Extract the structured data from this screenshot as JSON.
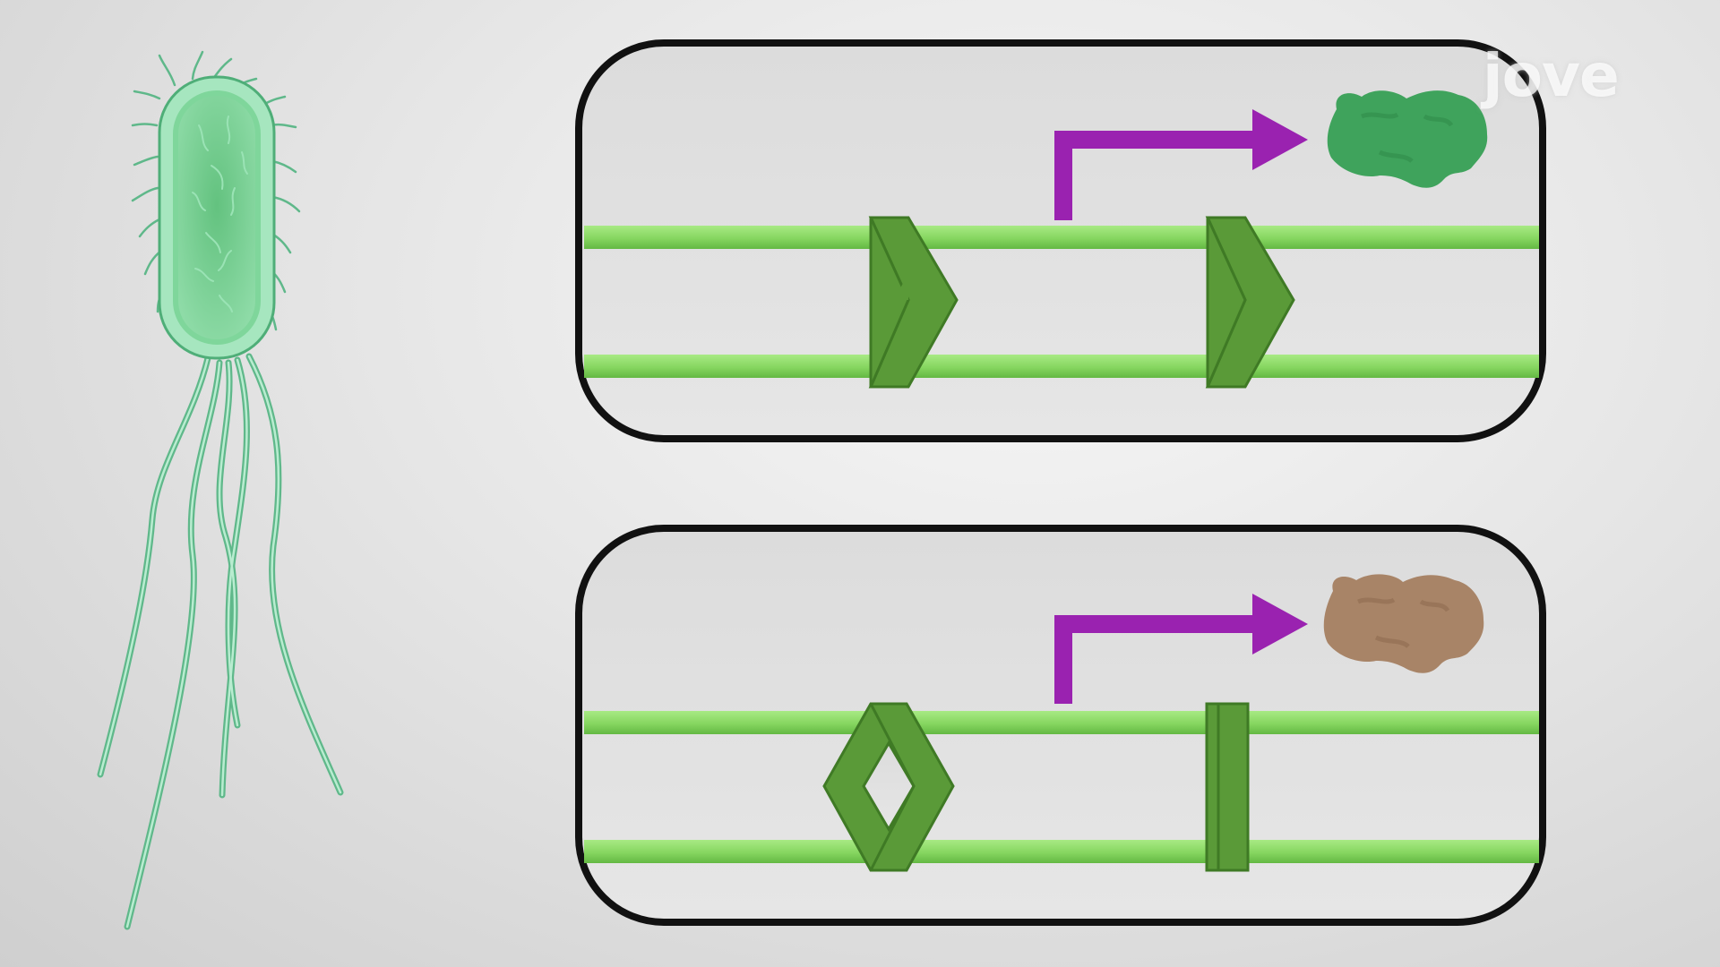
{
  "brand": {
    "logo_text": "jove"
  },
  "colors": {
    "background": "#e4e4e4",
    "dna_strand": "#8fdc6a",
    "dna_strand_dark": "#62b443",
    "operator_block": "#5a9a38",
    "operator_block_dark": "#3f7a25",
    "promoter_arrow": "#9a22b0",
    "protein_active": "#3fa35c",
    "protein_inactive": "#a88467",
    "bacterium_body": "#7fd69b",
    "bacterium_outline": "#4fae78",
    "panel_border": "#111111"
  },
  "icons": {
    "organism": "bacterium-icon",
    "active_product": "green-protein-blob",
    "inactive_product": "brown-protein-blob"
  },
  "panels": [
    {
      "state": "compatible-sites",
      "product_color": "#3fa35c"
    },
    {
      "state": "mismatched-sites",
      "product_color": "#a88467"
    }
  ]
}
